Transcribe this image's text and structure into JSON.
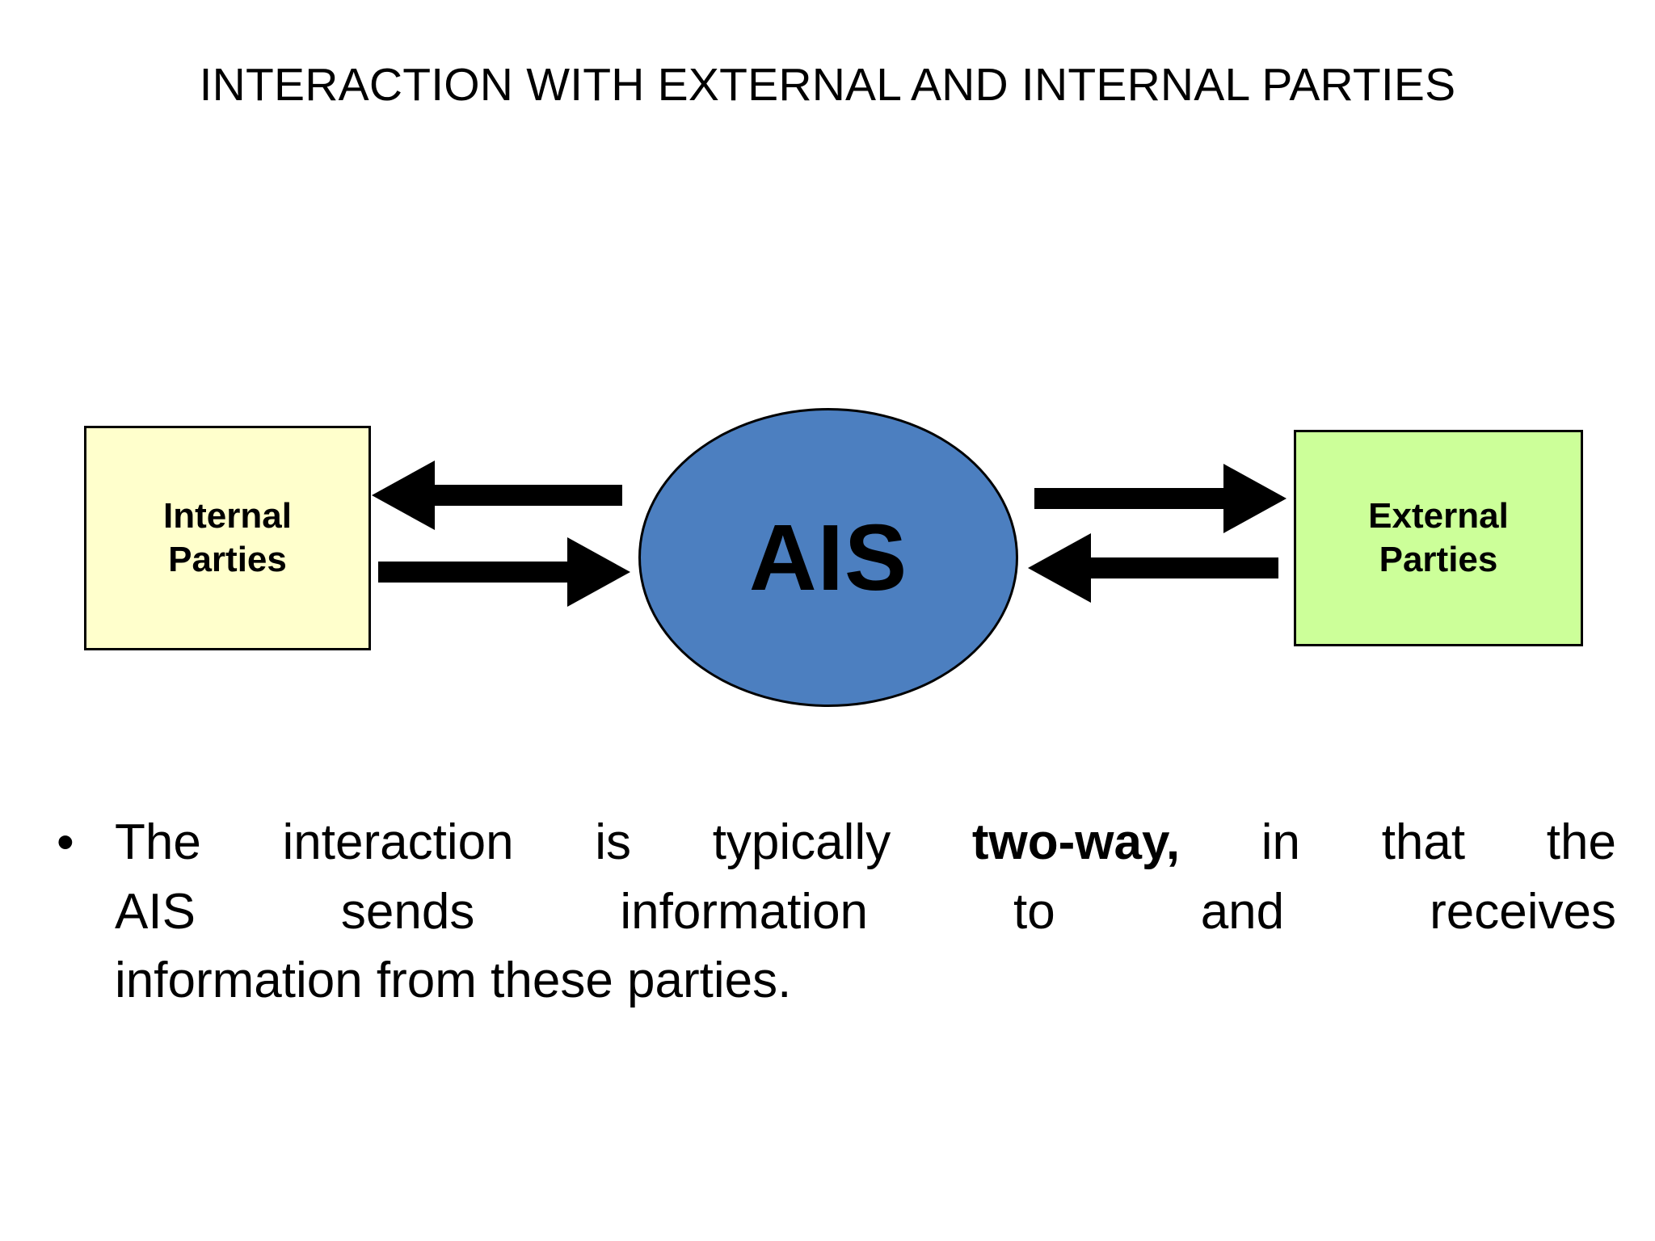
{
  "slide": {
    "title": "INTERACTION WITH EXTERNAL AND INTERNAL PARTIES",
    "background_color": "#ffffff"
  },
  "diagram": {
    "internal_box": {
      "label_line1": "Internal",
      "label_line2": "Parties",
      "fill_color": "#ffffcc",
      "border_color": "#000000"
    },
    "center_node": {
      "label": "AIS",
      "fill_color": "#4c7fc0",
      "border_color": "#000000",
      "shape": "ellipse"
    },
    "external_box": {
      "label_line1": "External",
      "label_line2": "Parties",
      "fill_color": "#ccff99",
      "border_color": "#000000"
    },
    "arrows": [
      {
        "name": "ais-to-internal",
        "from": "AIS",
        "to": "Internal Parties",
        "direction": "left",
        "color": "#000000"
      },
      {
        "name": "internal-to-ais",
        "from": "Internal Parties",
        "to": "AIS",
        "direction": "right",
        "color": "#000000"
      },
      {
        "name": "ais-to-external",
        "from": "AIS",
        "to": "External Parties",
        "direction": "right",
        "color": "#000000"
      },
      {
        "name": "external-to-ais",
        "from": "External Parties",
        "to": "AIS",
        "direction": "left",
        "color": "#000000"
      }
    ]
  },
  "body": {
    "bullet_marker": "•",
    "line1_pre": "The interaction is typically ",
    "line1_bold": "two-way,",
    "line1_post": " in that the",
    "line2": "AIS sends information to and receives",
    "line3": "information from these parties."
  }
}
